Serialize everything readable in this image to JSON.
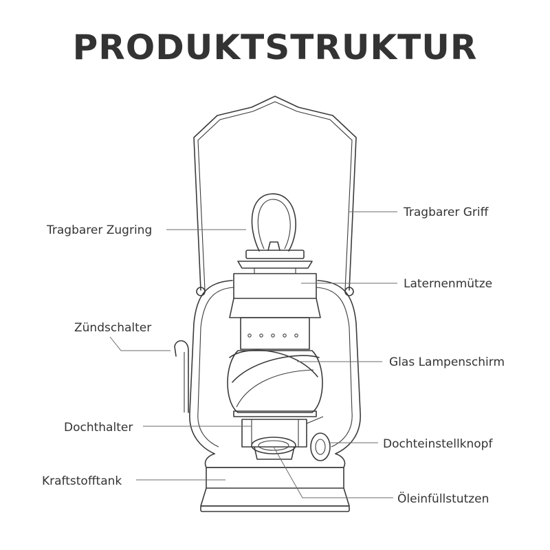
{
  "title": "PRODUKTSTRUKTUR",
  "colors": {
    "line": "#3a3a3a",
    "text": "#333333",
    "background": "#ffffff"
  },
  "labels": {
    "tragbarer_griff": "Tragbarer Griff",
    "tragbarer_zugring": "Tragbarer Zugring",
    "laternenmuetze": "Laternenmütze",
    "zuendschalter": "Zündschalter",
    "glas_lampenschirm": "Glas Lampenschirm",
    "dochthalter": "Dochthalter",
    "dochteinstellknopf": "Dochteinstellknopf",
    "kraftstofftank": "Kraftstofftank",
    "oeleinfuellstutzen": "Öleinfüllstutzen"
  }
}
